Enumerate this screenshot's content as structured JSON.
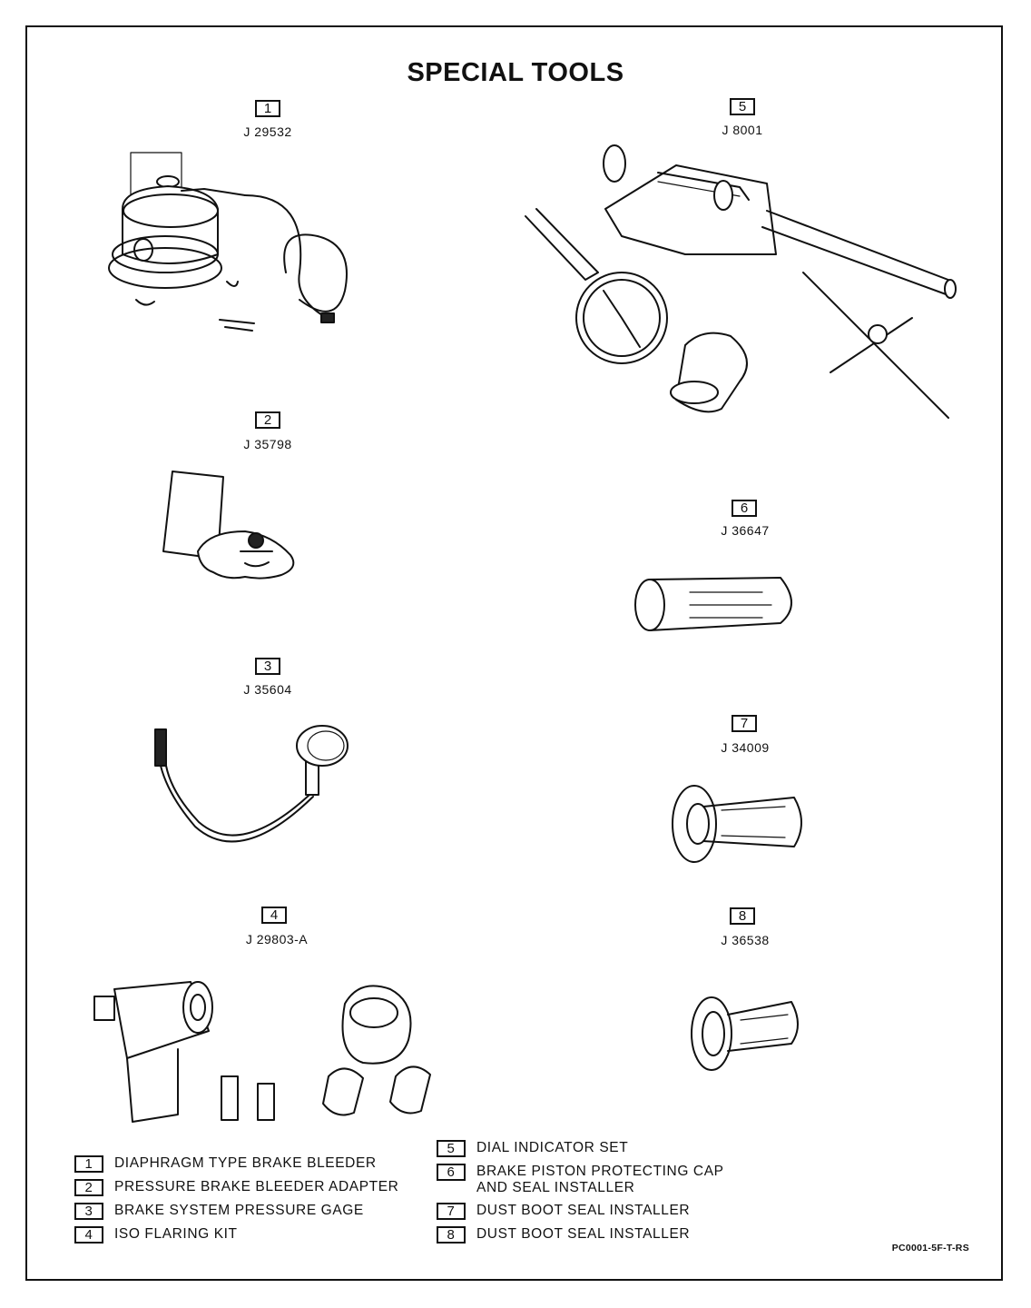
{
  "title": "SPECIAL TOOLS",
  "tools": [
    {
      "num": "1",
      "code": "J 29532",
      "name": "DIAPHRAGM TYPE BRAKE BLEEDER",
      "icon": "brake-bleeder-illustration"
    },
    {
      "num": "2",
      "code": "J 35798",
      "name": "PRESSURE BRAKE BLEEDER ADAPTER",
      "icon": "bleeder-adapter-illustration"
    },
    {
      "num": "3",
      "code": "J 35604",
      "name": "BRAKE SYSTEM PRESSURE GAGE",
      "icon": "pressure-gage-illustration"
    },
    {
      "num": "4",
      "code": "J 29803-A",
      "name": "ISO FLARING KIT",
      "icon": "flaring-kit-illustration"
    },
    {
      "num": "5",
      "code": "J 8001",
      "name": "DIAL INDICATOR SET",
      "icon": "dial-indicator-illustration"
    },
    {
      "num": "6",
      "code": "J 36647",
      "name_lines": [
        "BRAKE PISTON PROTECTING CAP",
        "AND SEAL INSTALLER"
      ],
      "icon": "piston-cap-illustration"
    },
    {
      "num": "7",
      "code": "J 34009",
      "name": "DUST BOOT SEAL INSTALLER",
      "icon": "seal-installer-illustration"
    },
    {
      "num": "8",
      "code": "J 36538",
      "name": "DUST BOOT SEAL INSTALLER",
      "icon": "seal-installer-illustration"
    }
  ],
  "figure_ref": "PC0001-5F-T-RS"
}
